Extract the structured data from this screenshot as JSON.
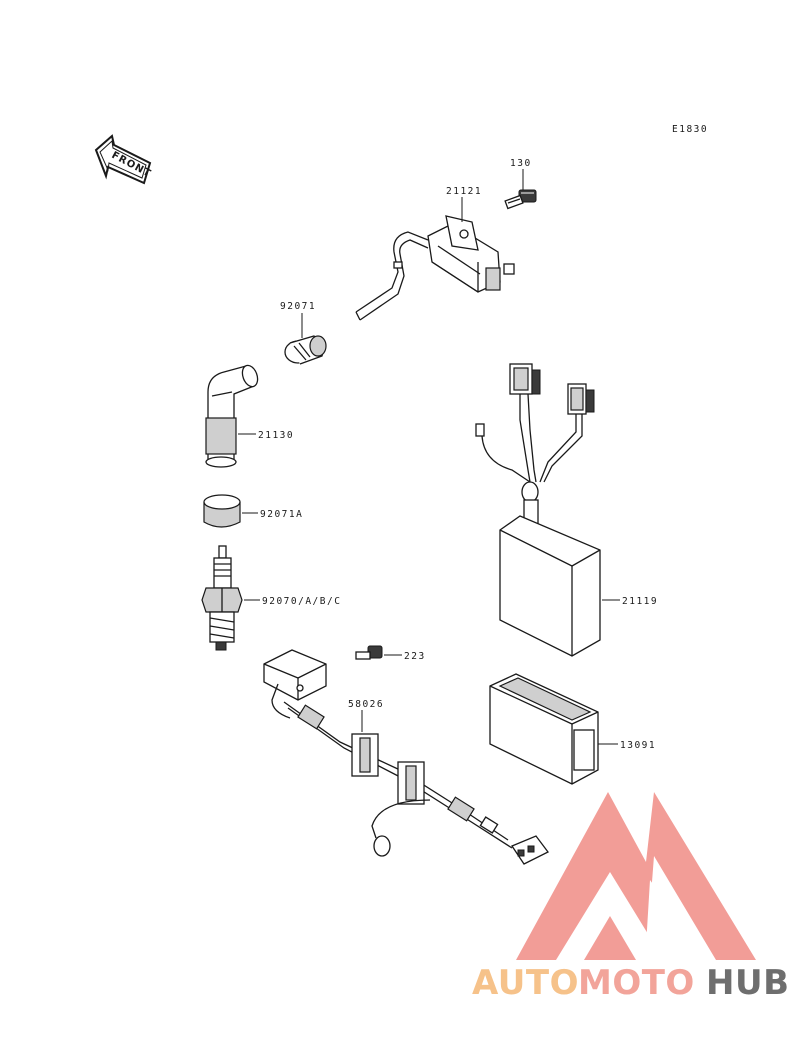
{
  "diagram_code": "E1830",
  "front_label": "FRONT",
  "parts": {
    "p130": "130",
    "p21121": "21121",
    "p92071": "92071",
    "p21130": "21130",
    "p92071A": "92071A",
    "p92070": "92070/A/B/C",
    "p223": "223",
    "p58026": "58026",
    "p21119": "21119",
    "p13091": "13091"
  },
  "watermark": {
    "auto": "AUTO",
    "moto": "MOTO",
    "hub": "HUB",
    "colors": {
      "auto": "#f6c28a",
      "moto": "#f2a49a",
      "hub": "#6e6e6e",
      "logo": "#f08c86"
    }
  }
}
